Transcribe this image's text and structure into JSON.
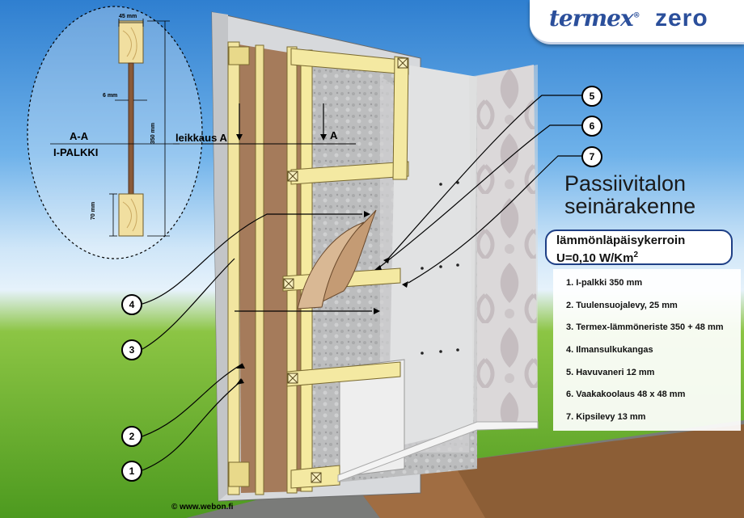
{
  "brand": {
    "name": "termex",
    "reg": "®",
    "suffix": "zero"
  },
  "title_line1": "Passiivitalon",
  "title_line2": "seinärakenne",
  "uvalue_line1": "lämmönläpäisykerroin",
  "uvalue_line2": "U=0,10 W/Km",
  "uvalue_sup": "2",
  "legend": [
    "1. I-palkki 350 mm",
    "2. Tuulensuojalevy, 25 mm",
    "3. Termex-lämmöneriste 350 + 48 mm",
    "4. Ilmansulkukangas",
    "5. Havuvaneri 12 mm",
    "6. Vaakakoolaus 48 x 48 mm",
    "7. Kipsilevy 13 mm"
  ],
  "callouts": [
    "1",
    "2",
    "3",
    "4",
    "5",
    "6",
    "7"
  ],
  "inset": {
    "dim_top": "45 mm",
    "dim_web": "6 mm",
    "dim_height": "350 mm",
    "dim_flange": "70 mm",
    "section_label": "A-A",
    "beam_label": "I-PALKKI"
  },
  "section_text": "leikkaus A",
  "section_letter": "A",
  "copyright": "© www.webon.fi",
  "colors": {
    "brand_blue": "#2b4f9b",
    "wood": "#f3e79a",
    "insulation": "#b8b9ba",
    "osb": "#a67c5c"
  }
}
